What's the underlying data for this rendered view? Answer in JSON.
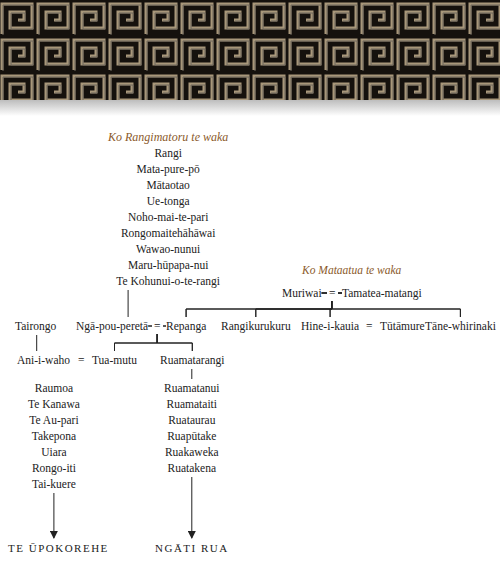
{
  "diagram": {
    "nodes": [
      {
        "text": [
          "Ko Rangimatoru te waka",
          "Rangi",
          "Mata-pure-pō",
          "Mātaotao",
          "Ue-tonga",
          "Noho-mai-te-pari",
          "Rongomaitehāhāwai",
          "Wawao-nunui",
          "Maru-hūpapa-nui",
          "Te Kohunui-o-te-rangi"
        ]
      },
      {
        "text": [
          "Muriwai"
        ]
      },
      {
        "text": [
          "Tamatea-matangi"
        ]
      },
      {
        "text": [
          "Tairongo"
        ]
      },
      {
        "text": [
          "Ngā-pou-peretā"
        ]
      },
      {
        "text": [
          "Repanga"
        ]
      },
      {
        "text": [
          "Rangikurukuru"
        ]
      },
      {
        "text": [
          "Hine-i-kauia"
        ]
      },
      {
        "text": [
          "Tūtāmure"
        ]
      },
      {
        "text": [
          "Tāne-whirinaki"
        ]
      },
      {
        "text": [
          "Ani-i-waho"
        ]
      },
      {
        "text": [
          "Tua-mutu"
        ]
      },
      {
        "text": [
          "Ruamatarangi"
        ]
      },
      {
        "text": [
          "Raumoa",
          "Te Kanawa",
          "Te Au-pari",
          "Takepona",
          "Uiara",
          "Rongo-iti",
          "Tai-kuere"
        ]
      },
      {
        "text": [
          "Ruamatanui",
          "Ruamataiti",
          "Ruataurau",
          "Ruapūtake",
          "Ruakaweka",
          "Ruatakena"
        ]
      },
      {
        "text": [
          "TE ŪPOKOREHE"
        ]
      },
      {
        "text": [
          "NGĀTI RUA"
        ]
      }
    ],
    "edges": [
      {
        "from": 0,
        "to": 4,
        "arrow": "none"
      },
      {
        "from": 1,
        "to": 5,
        "arrow": "none"
      },
      {
        "from": 2,
        "to": 5,
        "arrow": "none"
      },
      {
        "from": 1,
        "to": 6,
        "arrow": "none"
      },
      {
        "from": 2,
        "to": 6,
        "arrow": "none"
      },
      {
        "from": 1,
        "to": 7,
        "arrow": "none"
      },
      {
        "from": 2,
        "to": 7,
        "arrow": "none"
      },
      {
        "from": 1,
        "to": 9,
        "arrow": "none"
      },
      {
        "from": 2,
        "to": 9,
        "arrow": "none"
      },
      {
        "from": 4,
        "to": 11,
        "arrow": "none"
      },
      {
        "from": 5,
        "to": 11,
        "arrow": "none"
      },
      {
        "from": 4,
        "to": 12,
        "arrow": "none"
      },
      {
        "from": 5,
        "to": 12,
        "arrow": "none"
      },
      {
        "from": 3,
        "to": 10,
        "arrow": "none"
      },
      {
        "from": 12,
        "to": 14,
        "arrow": "none"
      },
      {
        "from": 13,
        "to": 15,
        "arrow": "to"
      },
      {
        "from": 14,
        "to": 16,
        "arrow": "to"
      }
    ],
    "labels": [
      "Ko Mataatua te waka",
      "=",
      "=",
      "=",
      "="
    ]
  }
}
